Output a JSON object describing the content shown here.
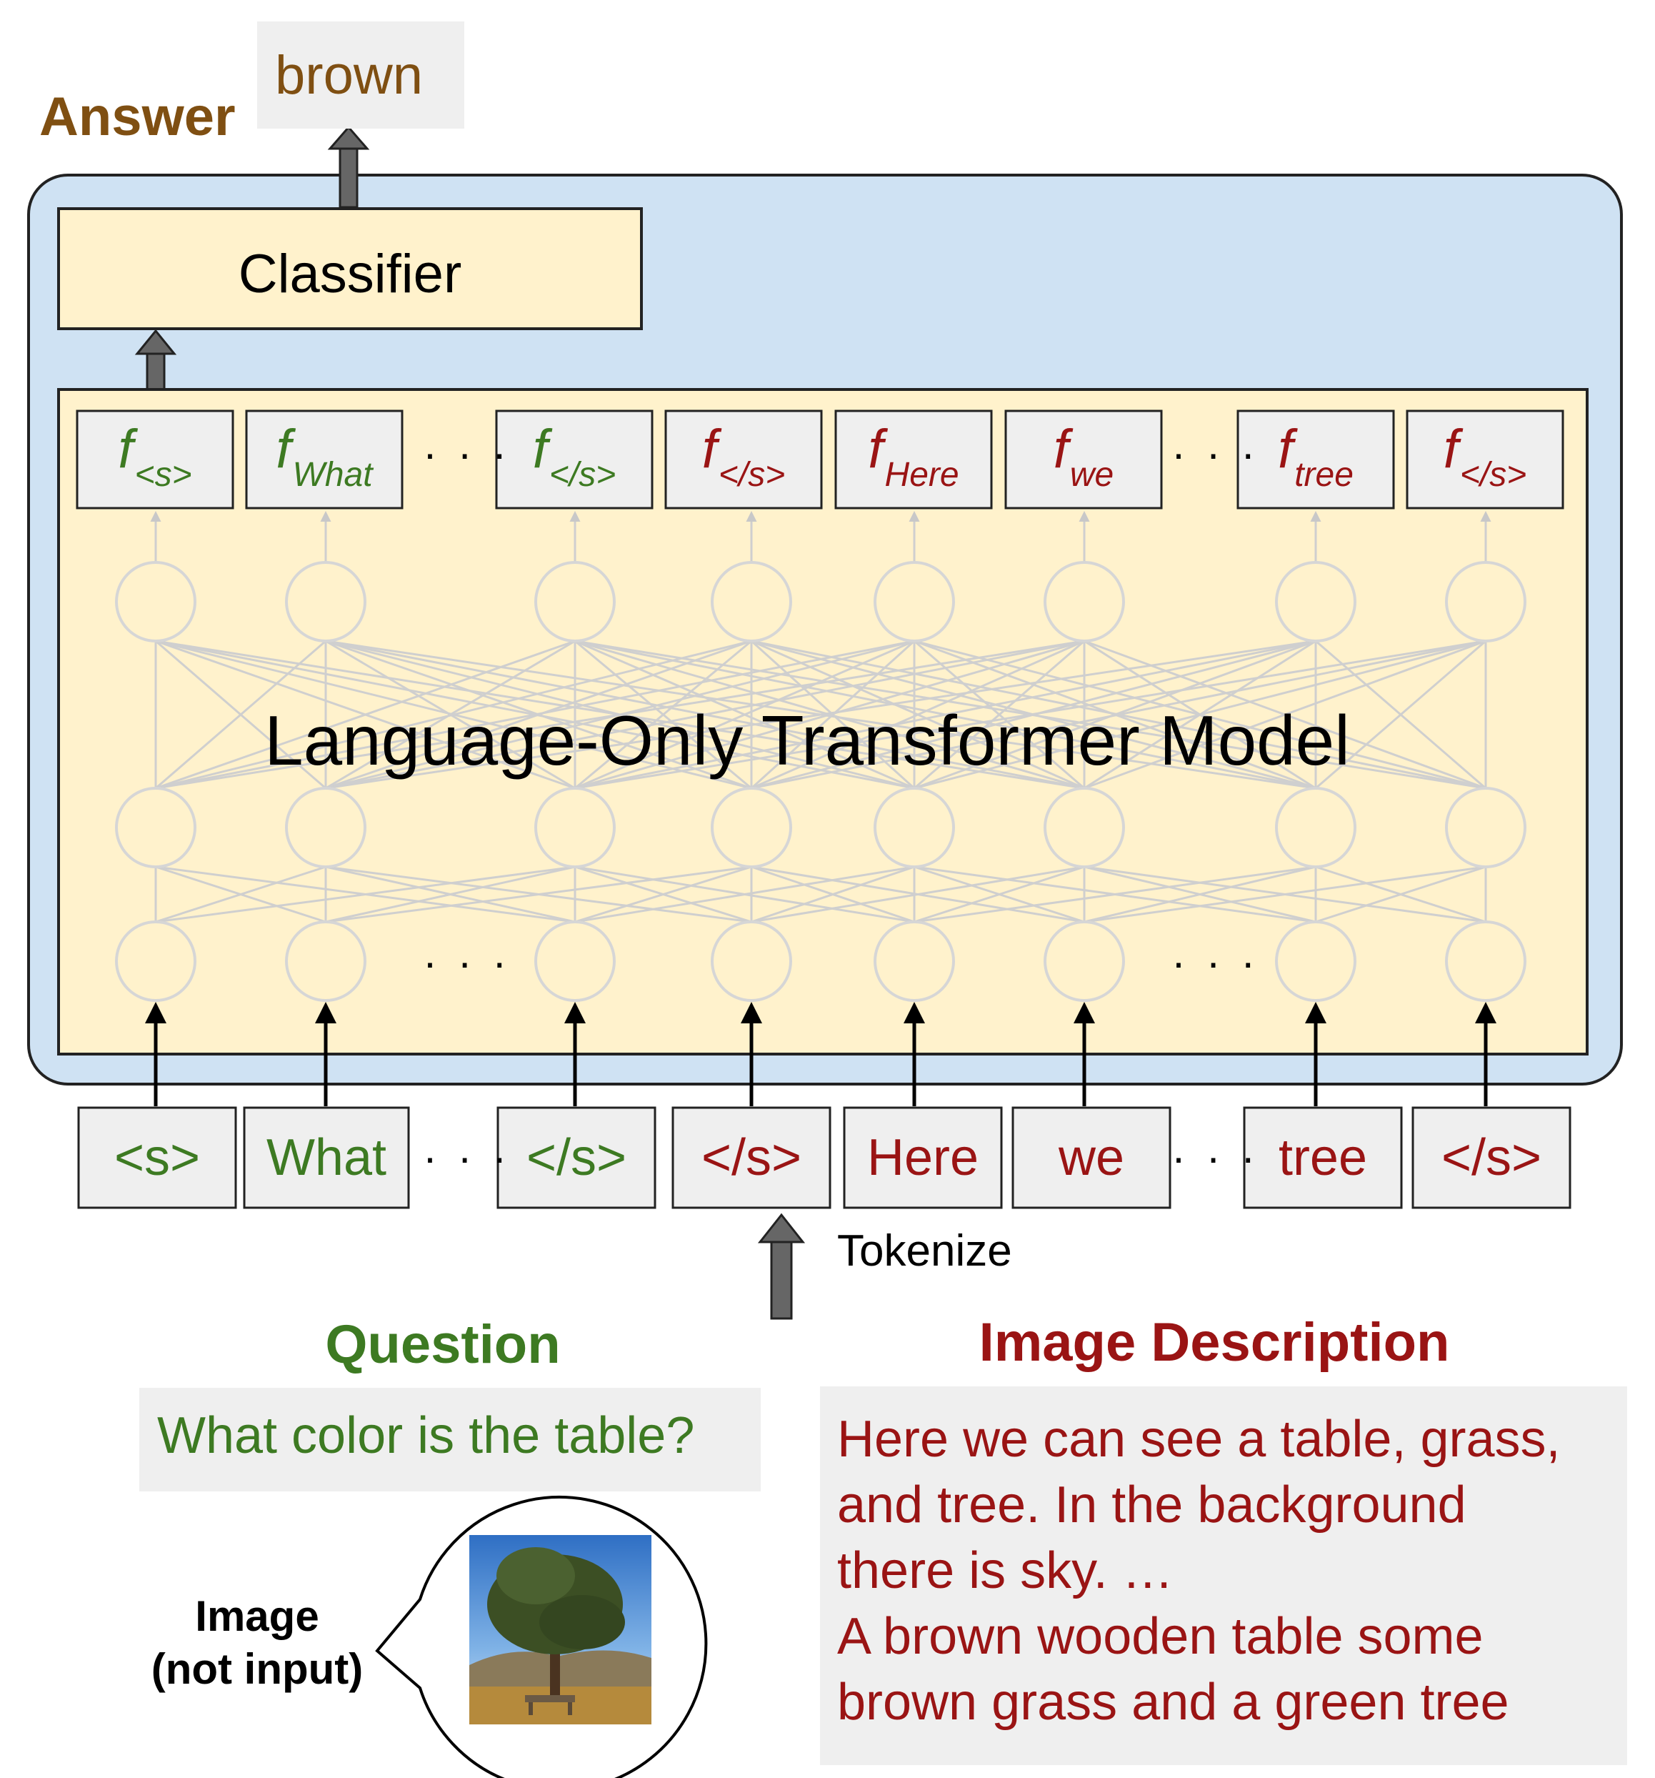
{
  "answer": {
    "label": "Answer",
    "value": "brown"
  },
  "classifier": {
    "label": "Classifier"
  },
  "model": {
    "title": "Language-Only Transformer Model"
  },
  "features": [
    {
      "f": "f",
      "sub": "<s>",
      "group": "question"
    },
    {
      "f": "f",
      "sub": "What",
      "group": "question"
    },
    {
      "f": "f",
      "sub": "</s>",
      "group": "question"
    },
    {
      "f": "f",
      "sub": "</s>",
      "group": "description"
    },
    {
      "f": "f",
      "sub": "Here",
      "group": "description"
    },
    {
      "f": "f",
      "sub": "we",
      "group": "description"
    },
    {
      "f": "f",
      "sub": "tree",
      "group": "description"
    },
    {
      "f": "f",
      "sub": "</s>",
      "group": "description"
    }
  ],
  "tokens": [
    {
      "text": "<s>",
      "group": "question"
    },
    {
      "text": "What",
      "group": "question"
    },
    {
      "text": "</s>",
      "group": "question"
    },
    {
      "text": "</s>",
      "group": "description"
    },
    {
      "text": "Here",
      "group": "description"
    },
    {
      "text": "we",
      "group": "description"
    },
    {
      "text": "tree",
      "group": "description"
    },
    {
      "text": "</s>",
      "group": "description"
    }
  ],
  "ellipsis": "· · ·",
  "tokenize_label": "Tokenize",
  "question": {
    "label": "Question",
    "text": "What color is the table?"
  },
  "description": {
    "label": "Image Description",
    "lines": [
      "Here we can see a table, grass,",
      "and tree. In the background",
      "there is sky. …",
      "A brown wooden table some",
      "brown grass and a green tree"
    ]
  },
  "image_caption": {
    "line1": "Image",
    "line2": "(not input)"
  },
  "colors": {
    "question": "#3d7a22",
    "description": "#9a1414",
    "answer": "#7f4f12",
    "outer_panel": "#cfe2f3",
    "inner_panel": "#fff2cc"
  }
}
